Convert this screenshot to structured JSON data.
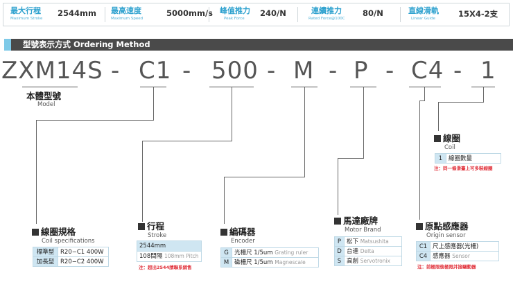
{
  "specs": [
    {
      "label": "最大行程",
      "sub": "Maximum Stroke",
      "value": "2544mm"
    },
    {
      "label": "最高速度",
      "sub": "Maximum Speed",
      "value": "5000mm/s"
    },
    {
      "label": "峰值推力",
      "sub": "Peak Force",
      "value": "240/N"
    },
    {
      "label": "連續推力",
      "sub": "Rated Force@100C",
      "value": "80/N"
    },
    {
      "label": "直線滑軌",
      "sub": "Linear Guide",
      "value": "15X4-2支"
    }
  ],
  "section_title": "型號表示方式 Ordering Method",
  "code": {
    "parts": [
      "ZXM14S",
      "-",
      "C1",
      "-",
      "500",
      "-",
      "M",
      "-",
      "P",
      "-",
      "C4",
      "-",
      "1"
    ]
  },
  "model": {
    "title": "本體型號",
    "sub": "Model"
  },
  "coil": {
    "title": "線圈規格",
    "sub": "Coil specifications",
    "rows": [
      {
        "k": "標準型",
        "v": "R20−C1 400W"
      },
      {
        "k": "加長型",
        "v": "R20−C2 400W"
      }
    ]
  },
  "stroke": {
    "title": "行程",
    "sub": "Stroke",
    "header": "2544mm",
    "row_main": "108間隔",
    "row_gray": "108mm Pitch",
    "note": "注：超出2544請聯系銷售"
  },
  "encoder": {
    "title": "編碼器",
    "sub": "Encoder",
    "rows": [
      {
        "k": "G",
        "v": "光柵尺 1/5um",
        "g": "Grating ruler"
      },
      {
        "k": "M",
        "v": "磁柵尺 1/5um",
        "g": "Magnescale"
      }
    ]
  },
  "motor": {
    "title": "馬達廠牌",
    "sub": "Motor Brand",
    "rows": [
      {
        "k": "P",
        "v": "松下",
        "g": "Matsushita"
      },
      {
        "k": "D",
        "v": "台達",
        "g": "Delta"
      },
      {
        "k": "S",
        "v": "高創",
        "g": "Servotronix"
      }
    ]
  },
  "origin": {
    "title": "原點感應器",
    "sub": "Origin sensor",
    "rows": [
      {
        "k": "C1",
        "v": "尺上感應器(光柵)",
        "g": ""
      },
      {
        "k": "C4",
        "v": "感應器",
        "g": "Sensor"
      }
    ],
    "note": "注：前極限後極限并接驅動器"
  },
  "coils": {
    "title": "線圈",
    "sub": "Coil",
    "rows": [
      {
        "k": "1",
        "v": "線圈數量"
      }
    ],
    "note": "注：同一條滑臺上可多裝線圈"
  },
  "colors": {
    "accent": "#2fa2cf",
    "header_bg": "#4a4a4a",
    "header_accent": "#7ecae8",
    "note": "#e0303a"
  }
}
